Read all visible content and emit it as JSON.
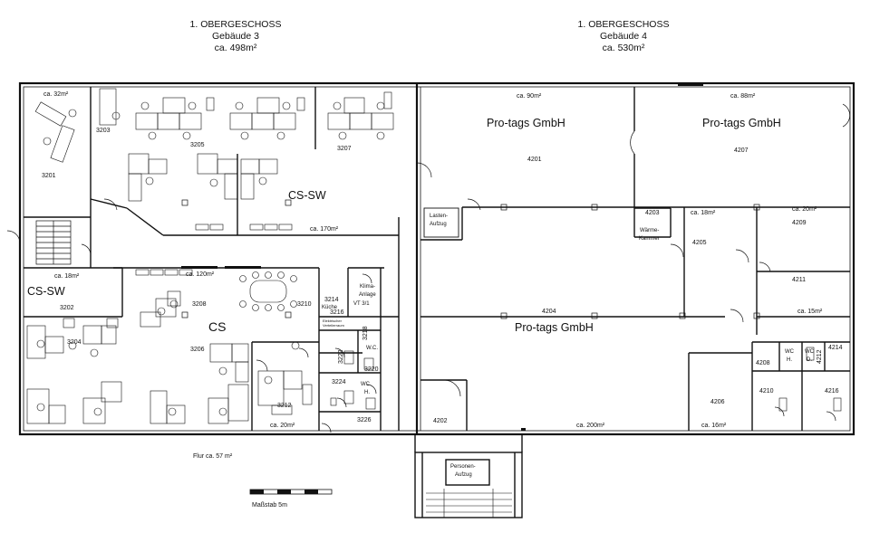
{
  "headers": {
    "left": {
      "floor": "1. OBERGESCHOSS",
      "building": "Gebäude 3",
      "area": "ca. 498m²"
    },
    "right": {
      "floor": "1. OBERGESCHOSS",
      "building": "Gebäude 4",
      "area": "ca. 530m²"
    }
  },
  "tenants": {
    "protags_4201": "Pro-tags GmbH",
    "protags_4207": "Pro-tags GmbH",
    "protags_4204": "Pro-tags GmbH",
    "cs_sw_main": "CS-SW",
    "cs_sw_small": "CS-SW",
    "cs": "CS"
  },
  "areas": {
    "a3201": "ca. 32m²",
    "a_cssw": "ca. 170m²",
    "a3202": "ca. 18m²",
    "a3208": "ca. 120m²",
    "a3212": "ca. 20m²",
    "flur": "Flur ca. 57 m²",
    "a4201": "ca. 90m²",
    "a4207": "ca. 88m²",
    "a4205": "ca. 18m²",
    "a4209": "ca. 20m²",
    "a4211": "ca. 15m²",
    "a4204": "ca. 200m²",
    "a4206": "ca. 16m²"
  },
  "rooms": {
    "r3201": "3201",
    "r3203": "3203",
    "r3205": "3205",
    "r3207": "3207",
    "r3202": "3202",
    "r3204": "3204",
    "r3206": "3206",
    "r3208": "3208",
    "r3210": "3210",
    "r3212": "3212",
    "r3214": "3214",
    "r3216": "3216",
    "r3218": "3218",
    "r3220": "3220",
    "r3222": "3222",
    "r3224": "3224",
    "r3226": "3226",
    "r4201": "4201",
    "r4202": "4202",
    "r4203": "4203",
    "r4204": "4204",
    "r4205": "4205",
    "r4206": "4206",
    "r4207": "4207",
    "r4208": "4208",
    "r4209": "4209",
    "r4210": "4210",
    "r4211": "4211",
    "r4212": "4212",
    "r4214": "4214",
    "r4216": "4216"
  },
  "labels": {
    "kueche": "Küche",
    "klima1": "Klima-",
    "klima2": "Anlage",
    "vt": "VT 3/1",
    "elektro1": "Elektrischer",
    "elektro2": "Verteilerraum",
    "wcd_left": "W.C.",
    "wc_left": "WC",
    "h_left": "H.",
    "wc_h": "WC",
    "h_right": "H.",
    "wc_d": "WC",
    "d_right": "D.",
    "lasten1": "Lasten-",
    "lasten2": "Aufzug",
    "waerme1": "Wärme-",
    "waerme2": "Kammer",
    "personen1": "Personen-",
    "personen2": "Aufzug"
  },
  "scale": {
    "label": "Maßstab  5m"
  }
}
